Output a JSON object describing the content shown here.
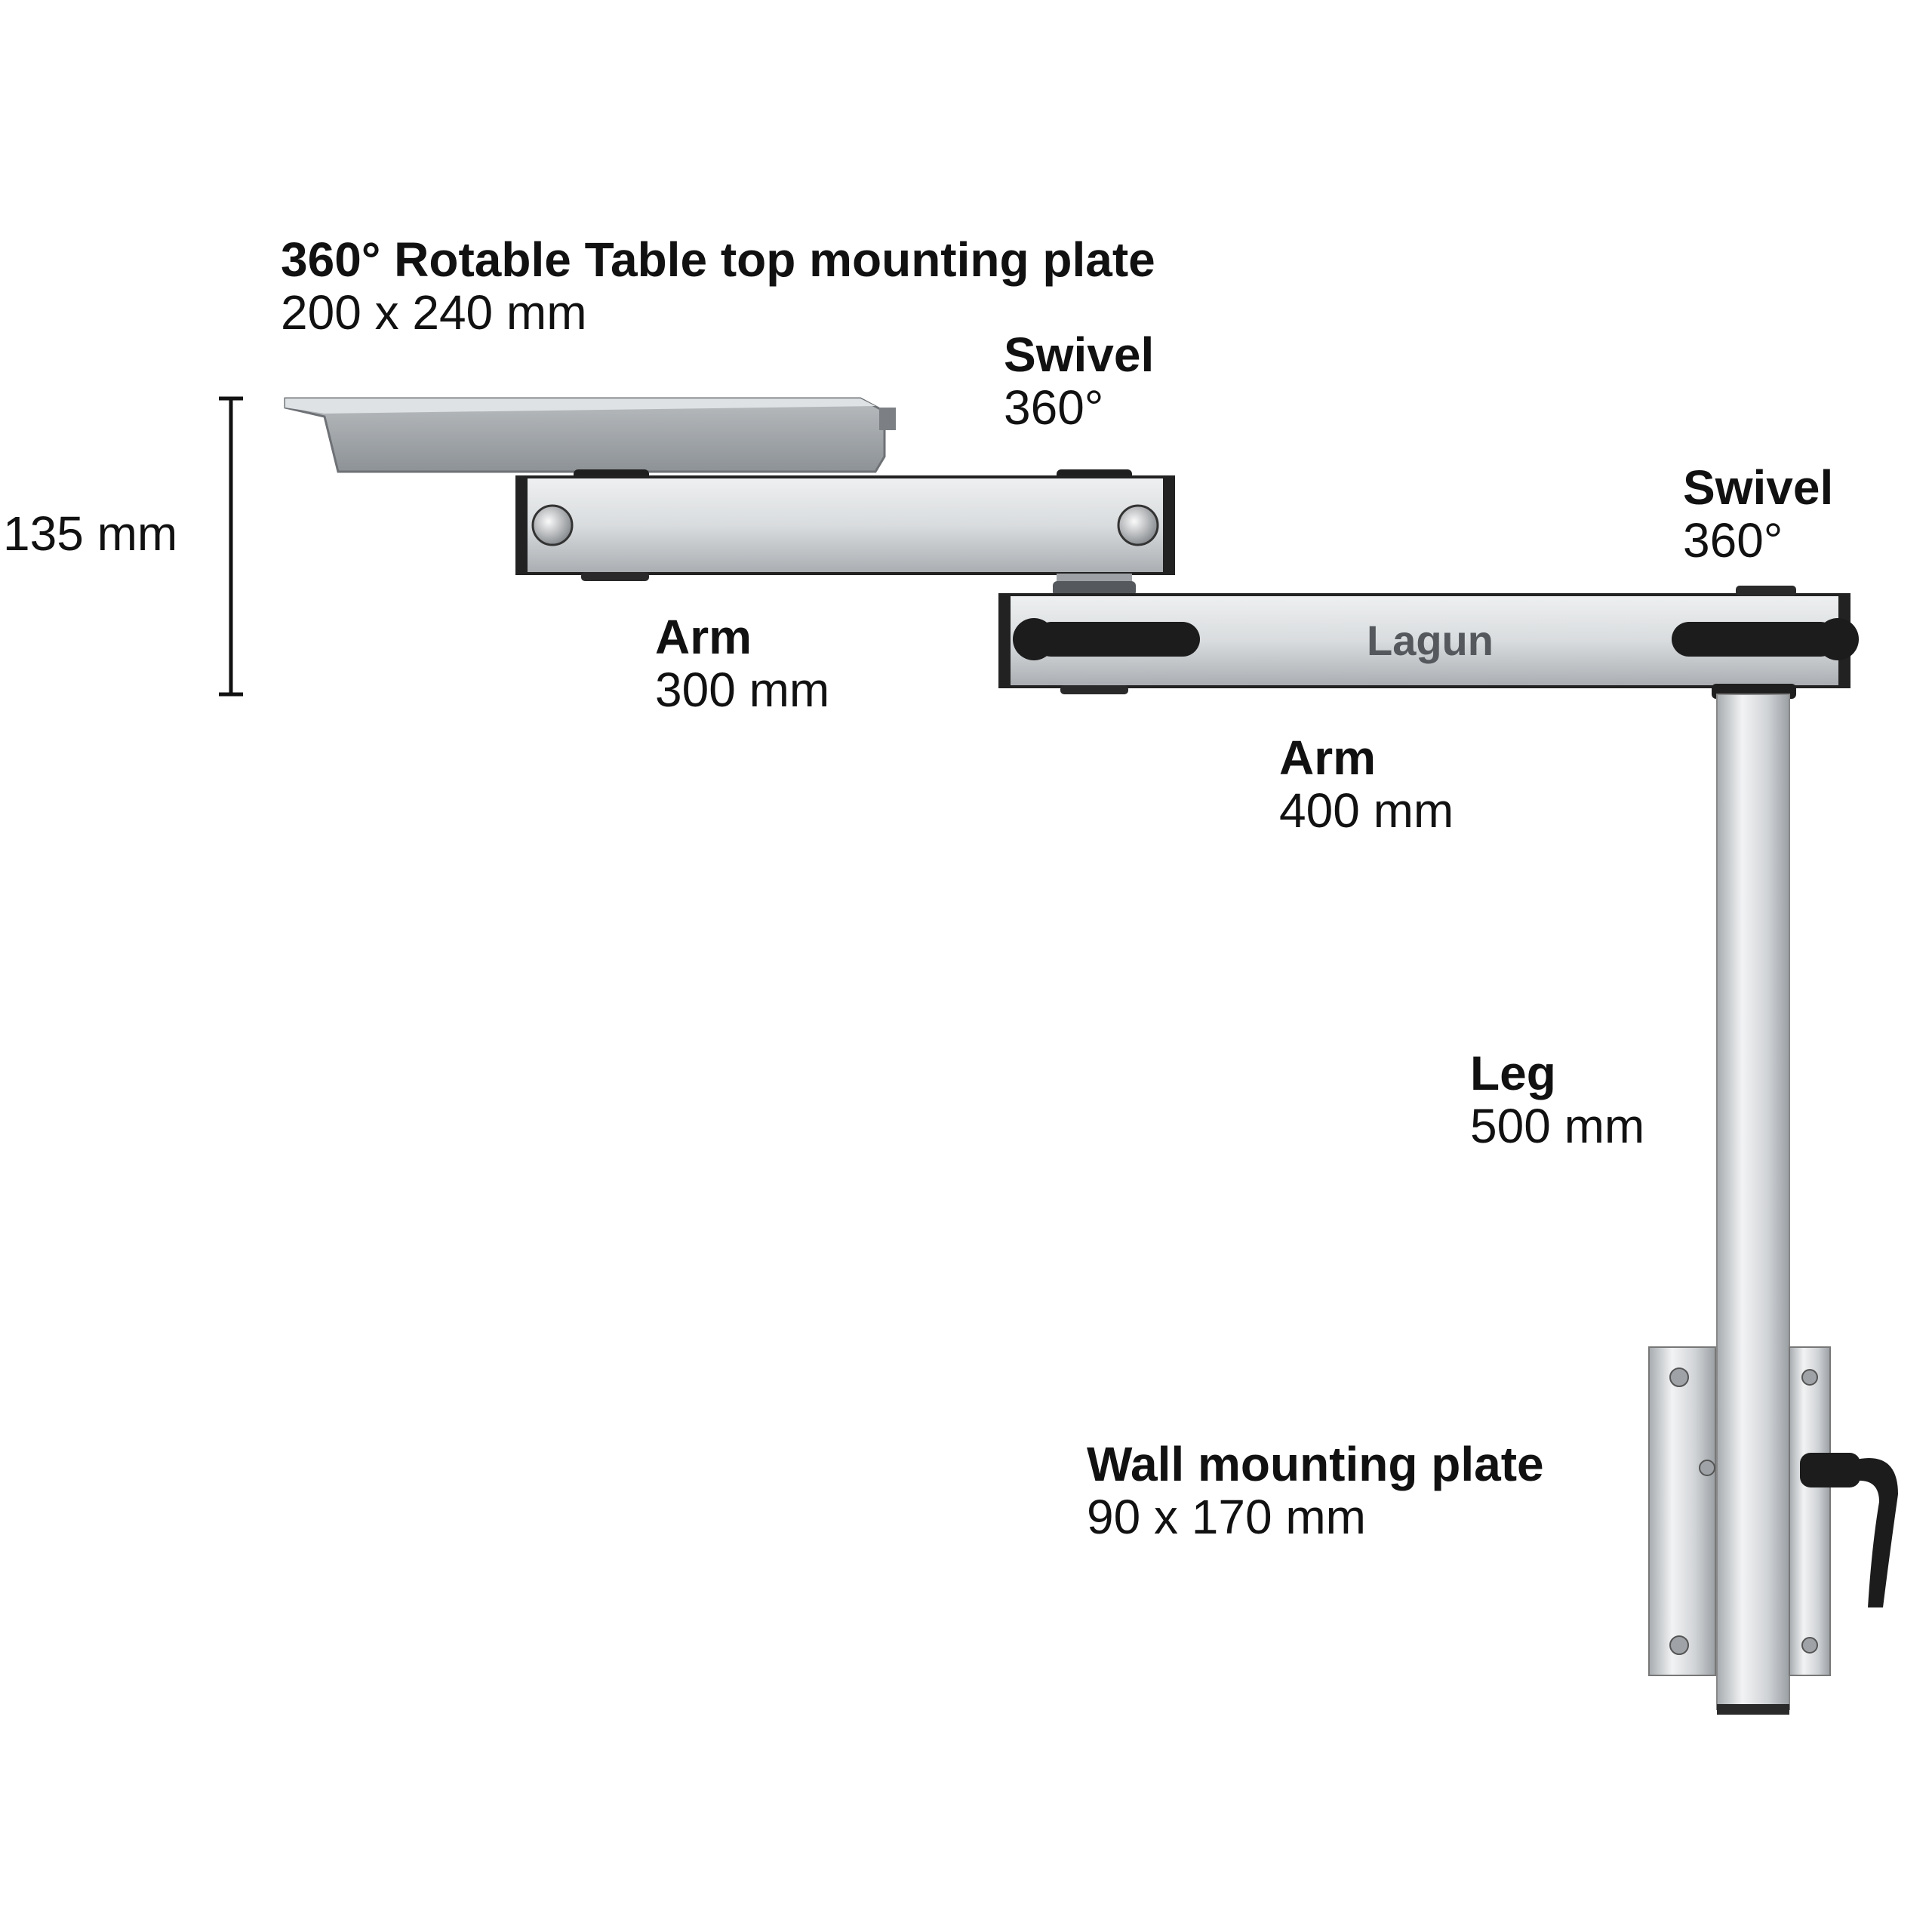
{
  "brand": "Lagun",
  "labels": {
    "top_plate": {
      "title": "360° Rotable Table top mounting plate",
      "value": "200 x 240 mm"
    },
    "swivel_1": {
      "title": "Swivel",
      "value": "360°"
    },
    "swivel_2": {
      "title": "Swivel",
      "value": "360°"
    },
    "arm_300": {
      "title": "Arm",
      "value": "300 mm"
    },
    "arm_400": {
      "title": "Arm",
      "value": "400 mm"
    },
    "leg": {
      "title": "Leg",
      "value": "500 mm"
    },
    "wall_plate": {
      "title": "Wall mounting plate",
      "value": "90 x 170 mm"
    }
  },
  "dimension": {
    "height": "135 mm"
  },
  "colors": {
    "aluminium": "#c9cccf",
    "handle": "#1c1c1c",
    "text": "#111111"
  }
}
